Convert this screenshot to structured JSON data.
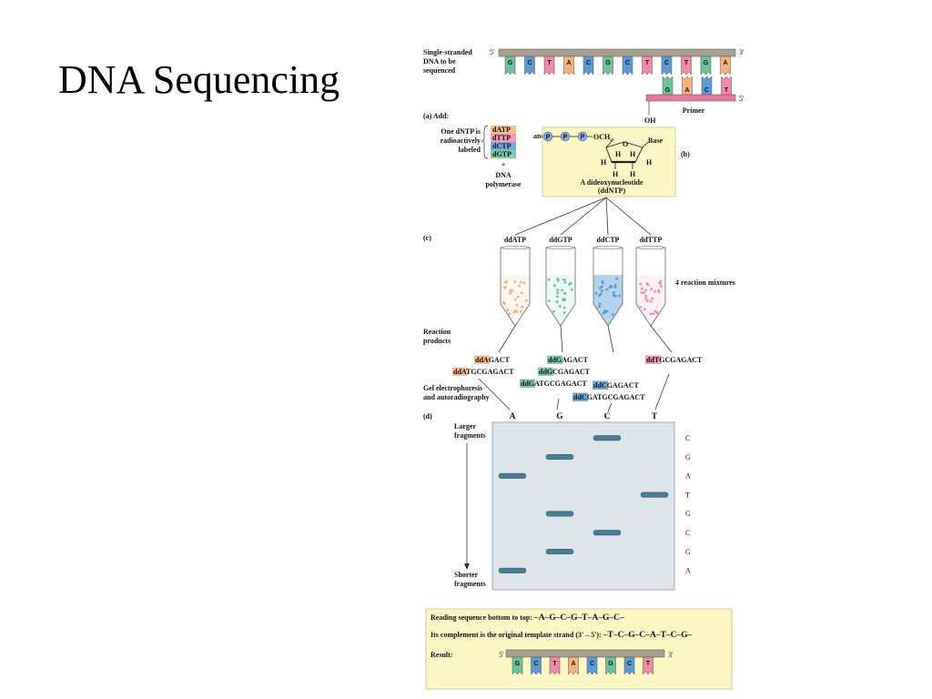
{
  "slide": {
    "title": "DNA Sequencing"
  },
  "colors": {
    "A": "#f5b27a",
    "C": "#5b9bd5",
    "G": "#6cc29a",
    "T": "#f08aa6",
    "backbone": "#a8a08e",
    "primer": "#e07c9a",
    "gel": "#dde4ea",
    "band": "#4a7c94",
    "panel": "#fdf7c6"
  },
  "template": {
    "label": "Single-stranded DNA to be sequenced",
    "end5": "5'",
    "end3": "3'",
    "bases": [
      "G",
      "C",
      "T",
      "A",
      "C",
      "G",
      "C",
      "T",
      "C",
      "T",
      "G",
      "A"
    ]
  },
  "primer": {
    "label": "Primer",
    "end5": "5'",
    "oh": "OH",
    "bases": [
      "G",
      "A",
      "C",
      "T"
    ]
  },
  "panel_a": {
    "title": "(a) Add:",
    "dntp_label": "One dNTP is radioactively labeled",
    "dntps": [
      "dATP",
      "dTTP",
      "dCTP",
      "dGTP"
    ],
    "plus": "+",
    "polymerase": "DNA polymerase",
    "and": "and"
  },
  "panel_b": {
    "tag": "(b)",
    "phosphates": [
      "P",
      "P",
      "P"
    ],
    "och2": "OCH",
    "och2_sub": "2",
    "base": "Base",
    "ring_o": "O",
    "h_labels": [
      "H",
      "H",
      "H",
      "H",
      "H",
      "H"
    ],
    "caption_1": "A dideoxynucleotide",
    "caption_2": "(ddNTP)"
  },
  "panel_c": {
    "tag": "(c)",
    "tubes": [
      {
        "label": "ddATP",
        "color": "A"
      },
      {
        "label": "ddGTP",
        "color": "G"
      },
      {
        "label": "ddCTP",
        "color": "C"
      },
      {
        "label": "ddTTP",
        "color": "T"
      }
    ],
    "mixtures": "4 reaction mixtures",
    "products_label": "Reaction products",
    "products": [
      {
        "dd": "ddA",
        "rest": "GACT",
        "color": "A"
      },
      {
        "dd": "ddA",
        "rest": "TGCGAGACT",
        "color": "A"
      },
      {
        "dd": "ddG",
        "rest": "AGACT",
        "color": "G"
      },
      {
        "dd": "ddG",
        "rest": "CGAGACT",
        "color": "G"
      },
      {
        "dd": "ddG",
        "rest": "ATGCGAGACT",
        "color": "G"
      },
      {
        "dd": "ddC",
        "rest": "GAGACT",
        "color": "C"
      },
      {
        "dd": "ddC",
        "rest": "GATGCGAGACT",
        "color": "C"
      },
      {
        "dd": "ddT",
        "rest": "GCGAGACT",
        "color": "T"
      }
    ],
    "gel_label": "Gel electrophoresis and autoradiography"
  },
  "panel_d": {
    "tag": "(d)",
    "lanes": [
      "A",
      "G",
      "C",
      "T"
    ],
    "larger": "Larger fragments",
    "shorter": "Shorter fragments",
    "read_top_to_bottom": [
      "C",
      "G",
      "A",
      "T",
      "G",
      "C",
      "G",
      "A"
    ],
    "band_lanes_top_to_bottom": [
      2,
      1,
      0,
      3,
      1,
      2,
      1,
      0
    ]
  },
  "result_panel": {
    "line1_label": "Reading sequence bottom to top:",
    "line1_seq": "–A–G–C–G–T–A–G–C–",
    "line2_label": "Its complement is the original template strand (3'→5'):",
    "line2_seq": "–T–C–G–C–A–T–C–G–",
    "result_label": "Result:",
    "end5": "5'",
    "end3": "3'",
    "bases": [
      "G",
      "C",
      "T",
      "A",
      "C",
      "G",
      "C",
      "T"
    ]
  }
}
